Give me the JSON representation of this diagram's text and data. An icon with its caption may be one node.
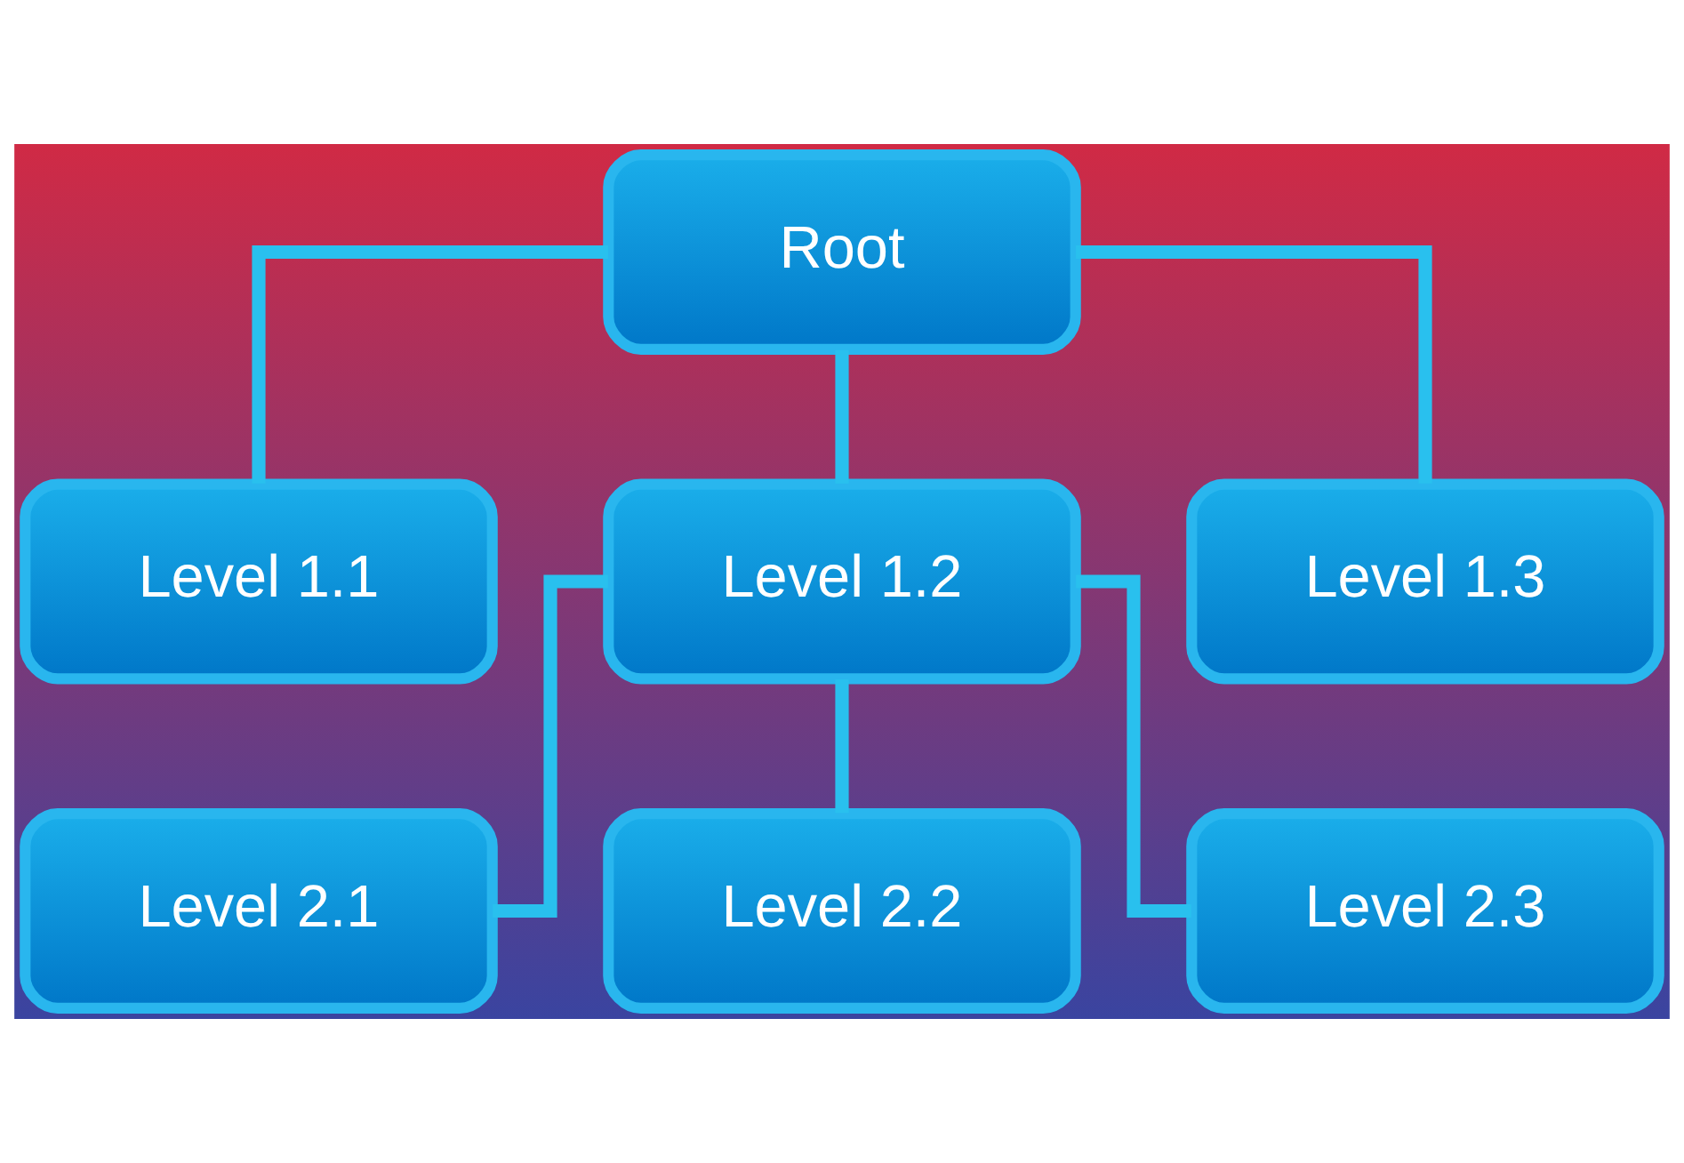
{
  "diagram": {
    "nodes": [
      {
        "text": [
          "Root"
        ]
      },
      {
        "text": [
          "Level 1.1"
        ]
      },
      {
        "text": [
          "Level 1.2"
        ]
      },
      {
        "text": [
          "Level 1.3"
        ]
      },
      {
        "text": [
          "Level 2.1"
        ]
      },
      {
        "text": [
          "Level 2.2"
        ]
      },
      {
        "text": [
          "Level 2.3"
        ]
      }
    ],
    "edges": [
      {
        "from": 0,
        "to": 1,
        "arrow": "none"
      },
      {
        "from": 0,
        "to": 2,
        "arrow": "none"
      },
      {
        "from": 0,
        "to": 3,
        "arrow": "none"
      },
      {
        "from": 2,
        "to": 4,
        "arrow": "none"
      },
      {
        "from": 2,
        "to": 5,
        "arrow": "none"
      },
      {
        "from": 2,
        "to": 6,
        "arrow": "none"
      }
    ]
  }
}
